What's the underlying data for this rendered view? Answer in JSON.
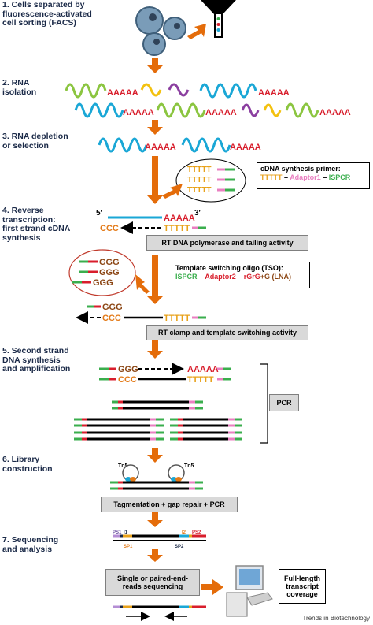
{
  "steps": [
    "1. Cells separated by\nfluorescence-activated\ncell sorting (FACS)",
    "2. RNA\nisolation",
    "3. RNA depletion\nor selection",
    "4. Reverse\ntranscription:\nfirst strand cDNA\nsynthesis",
    "5. Second strand\nDNA synthesis\nand amplification",
    "6. Library\nconstruction",
    "7. Sequencing\nand analysis"
  ],
  "labels": {
    "polyA": "AAAAA",
    "polyT": "TTTTT",
    "ccc": "CCC",
    "ggg": "GGG",
    "five_prime": "5′",
    "three_prime": "3′",
    "tn5": "Tn5",
    "ps1": "PS1",
    "ps2": "PS2",
    "i1": "I1",
    "i2": "I2",
    "sp1": "SP1",
    "sp2": "SP2"
  },
  "boxes": {
    "rt": "RT DNA polymerase and tailing activity",
    "clamp": "RT clamp and template switching activity",
    "pcr": "PCR",
    "tag": "Tagmentation + gap repair + PCR",
    "seq": "Single or paired-end-\nreads sequencing",
    "coverage": "Full-length\ntranscript\ncoverage"
  },
  "primer": {
    "title": "cDNA synthesis primer:",
    "t": "TTTTT",
    "dash": " – ",
    "adaptor": "Adaptor1",
    "ispcr": "ISPCR"
  },
  "tso": {
    "title": "Template switching oligo (TSO):",
    "ispcr": "ISPCR",
    "dash": " – ",
    "adaptor": "Adaptor2",
    "rgrg": "rGrG",
    "g_lna": "+G (LNA)"
  },
  "footer": "Trends in Biotechnology",
  "colors": {
    "rna_blue": "#1aa7d6",
    "rna_green": "#8bc540",
    "rna_yellow": "#f3c10e",
    "rna_purple": "#8b3fa0",
    "polyA_red": "#d81e2c",
    "polyT_orange": "#e8a21b",
    "adaptor_pink": "#e97fc1",
    "ispcr_green": "#3aae4d",
    "ccc_orange": "#e37a18",
    "ggg_brown": "#8b4513",
    "arrow_orange": "#e46c0a",
    "cell": "#7a9cb8"
  }
}
